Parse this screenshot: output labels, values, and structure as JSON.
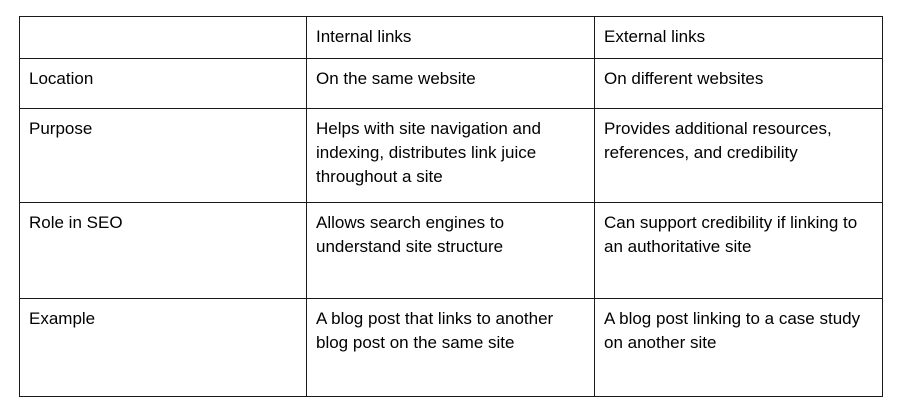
{
  "table": {
    "columns": [
      {
        "key": "label",
        "header": ""
      },
      {
        "key": "internal",
        "header": "Internal links"
      },
      {
        "key": "external",
        "header": "External links"
      }
    ],
    "rows": [
      {
        "label": "Location",
        "internal": "On the same website",
        "external": "On different websites"
      },
      {
        "label": "Purpose",
        "internal": "Helps with site navigation and indexing, distributes link juice throughout a site",
        "external": "Provides additional resources, references, and credibility"
      },
      {
        "label": "Role in SEO",
        "internal": "Allows search engines to understand site structure",
        "external": "Can support credibility if linking to an authoritative site"
      },
      {
        "label": "Example",
        "internal": "A blog post that links to another blog post on the same site",
        "external": "A blog post linking to a case study on another site"
      }
    ]
  },
  "style": {
    "border_color": "#1a1a1a",
    "text_color": "#000000",
    "background": "#ffffff"
  }
}
